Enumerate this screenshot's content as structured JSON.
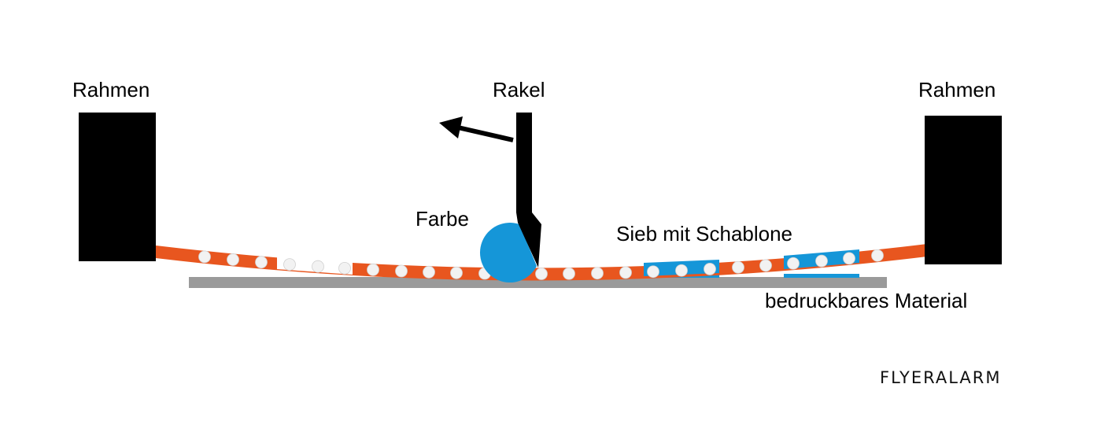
{
  "labels": {
    "frame_left": "Rahmen",
    "frame_right": "Rahmen",
    "squeegee": "Rakel",
    "ink": "Farbe",
    "screen_with_stencil": "Sieb mit Schablone",
    "substrate": "bedruckbares Material"
  },
  "logo": "FLYERALARM",
  "colors": {
    "frame": "#000000",
    "screen_mesh": "#e8561f",
    "ink": "#1596d8",
    "substrate": "#9a9a9a",
    "mesh_bead": "#f2f2f2",
    "arrow": "#000000"
  },
  "icons": {
    "movement_arrow": "arrow-left-icon"
  }
}
